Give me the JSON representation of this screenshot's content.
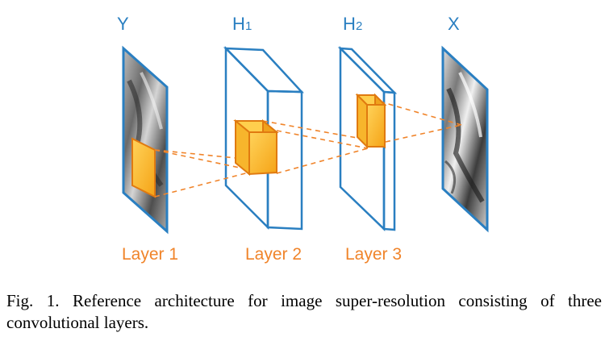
{
  "nodes": {
    "y": {
      "label": "Y"
    },
    "h1": {
      "label": "H",
      "subscript": "1"
    },
    "h2": {
      "label": "H",
      "subscript": "2"
    },
    "x": {
      "label": "X"
    }
  },
  "layers": [
    "Layer 1",
    "Layer 2",
    "Layer 3"
  ],
  "caption": {
    "prefix": "Fig. 1.",
    "text": "Reference architecture for image super-resolution consisting of three convolutional layers."
  },
  "colors": {
    "frame": "#2a7fc1",
    "kernel": "#f7a823",
    "kernel_edge": "#e07a10",
    "dashes": "#f0842a",
    "image_dark": "#3a3a3a",
    "image_light": "#d8d8d8"
  }
}
